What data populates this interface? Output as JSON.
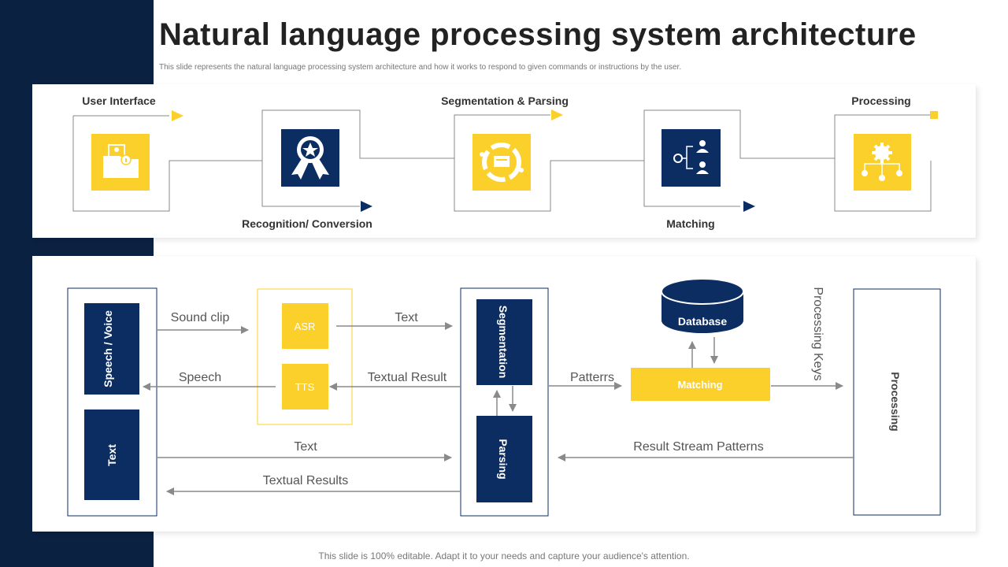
{
  "title": "Natural language processing system architecture",
  "subtitle": "This slide represents the natural language processing system architecture and how it works to respond to given commands or instructions by the user.",
  "footer": "This slide is 100% editable. Adapt it to your needs and capture your audience's attention.",
  "colors": {
    "navy": "#0b2d62",
    "yellow": "#fcd02a",
    "dark_sidebar": "#0b2142",
    "line": "#8a8a8a"
  },
  "steps": [
    {
      "label": "User Interface",
      "icon": "user-folder-icon"
    },
    {
      "label": "Recognition/ Conversion",
      "icon": "award-ribbon-icon"
    },
    {
      "label": "Segmentation & Parsing",
      "icon": "segment-cycle-icon"
    },
    {
      "label": "Matching",
      "icon": "people-network-icon"
    },
    {
      "label": "Processing",
      "icon": "gear-network-icon"
    }
  ],
  "architecture": {
    "speech_voice": "Speech / Voice",
    "text_box": "Text",
    "asr": "ASR",
    "tts": "TTS",
    "segmentation": "Segmentation",
    "parsing": "Parsing",
    "database": "Database",
    "matching": "Matching",
    "processing": "Processing",
    "labels": {
      "sound_clip": "Sound clip",
      "text_to_seg": "Text",
      "speech": "Speech",
      "textual_result": "Textual Result",
      "patterns": "Patterrs",
      "processing_keys": "Processing Keys",
      "text_bottom": "Text",
      "textual_results": "Textual Results",
      "result_stream": "Result Stream Patterns"
    }
  }
}
